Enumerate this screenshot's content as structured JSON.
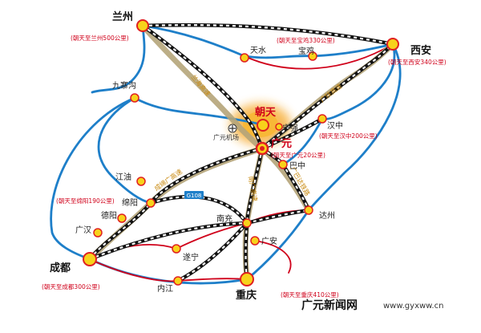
{
  "cities": {
    "lanzhou": "兰州",
    "xian": "西安",
    "tianshui": "天水",
    "baoji": "宝鸡",
    "jiuzhaigou": "九寨沟",
    "chaotian": "朝天",
    "ningqiang": "宁强",
    "hanzhong": "汉中",
    "guangyuan_airport": "广元机场",
    "guangyuan": "广元",
    "jiangyou": "江油",
    "bazhong": "巴中",
    "mianyang": "绵阳",
    "deyang": "德阳",
    "guanghan": "广汉",
    "nanchong": "南充",
    "dazhou": "达州",
    "guangan": "广安",
    "chengdu": "成都",
    "suining": "遂宁",
    "neijiang": "内江",
    "chongqing": "重庆"
  },
  "distances": {
    "lanzhou": "(朝天至兰州500公里)",
    "baoji": "(朝天至宝鸡330公里)",
    "xian": "(朝天至西安340公里)",
    "hanzhong": "(朝天至汉中200公里)",
    "guangyuan": "(朝天至广元20公里)",
    "mianyang": "(朝天至绵阳190公里)",
    "chengdu": "(朝天至成都300公里)",
    "chongqing": "(朝天至重庆410公里)"
  },
  "road_labels": {
    "lanhai": "兰海高速",
    "guangshan": "广陕高速",
    "guangba": "广巴达铁路",
    "chengmian": "成绵广高速",
    "nanguang": "南广高速",
    "highway_shield": "G108"
  },
  "footer": {
    "site_name": "广元新闻网",
    "url": "www.gyxww.cn"
  },
  "colors": {
    "expressway": "#b5a57a",
    "rail_outline": "#111111",
    "red_road": "#d0021b",
    "blue_road": "#1e7fc9",
    "node_fill": "#f7d21b",
    "node_stroke": "#e02020",
    "chaotian_highlight": "#f6a623"
  }
}
